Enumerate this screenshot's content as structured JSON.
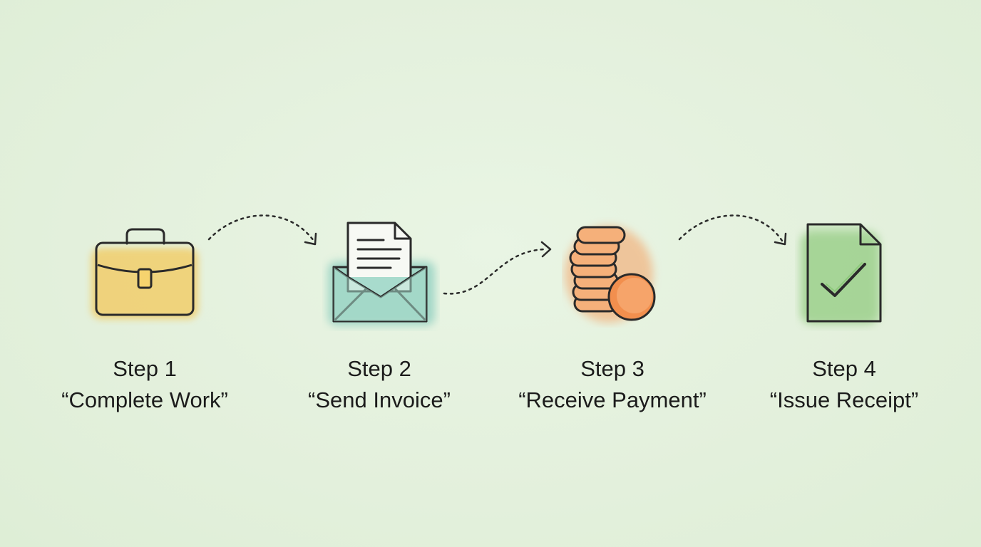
{
  "colors": {
    "background": "#e6f2df",
    "stroke": "#2a2a2a",
    "step1_wash": "#f2c85a",
    "step2_wash": "#8fcfc0",
    "step3_wash": "#f5a062",
    "step4_wash": "#8bc878"
  },
  "steps": [
    {
      "step": "Step 1",
      "title": "“Complete Work”",
      "icon": "briefcase-icon"
    },
    {
      "step": "Step 2",
      "title": "“Send Invoice”",
      "icon": "envelope-invoice-icon"
    },
    {
      "step": "Step 3",
      "title": "“Receive Payment”",
      "icon": "coins-icon"
    },
    {
      "step": "Step 4",
      "title": "“Issue Receipt”",
      "icon": "receipt-check-icon"
    }
  ]
}
